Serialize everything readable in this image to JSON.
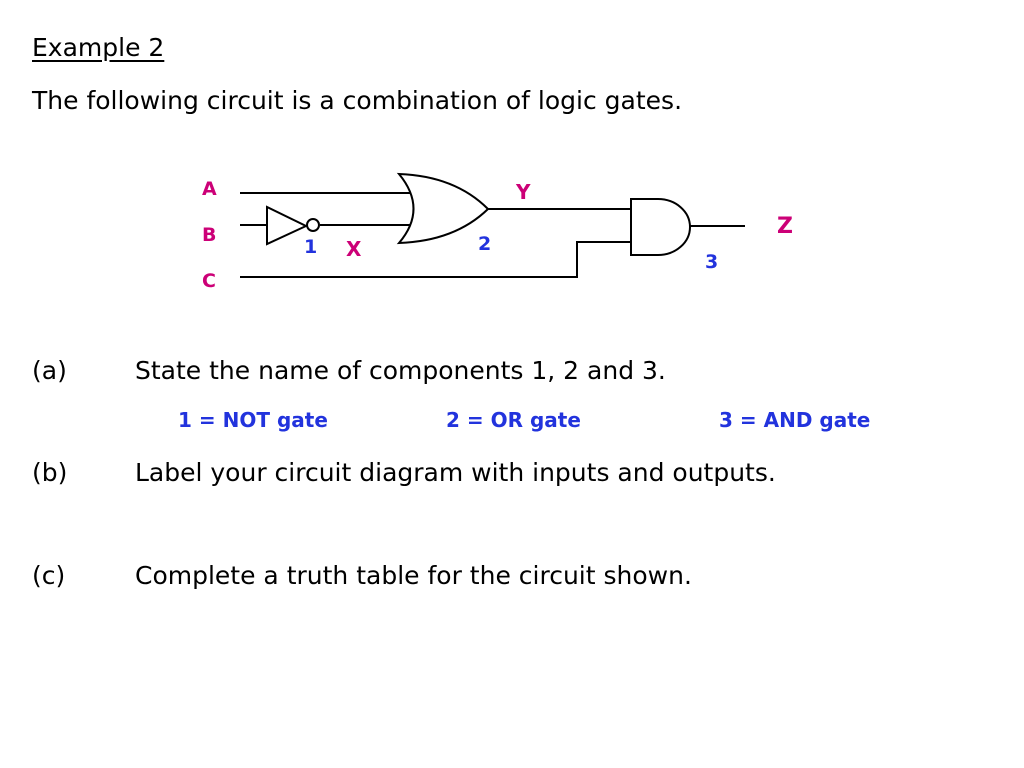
{
  "colors": {
    "text": "#000000",
    "signal_label": "#cc0077",
    "number_label": "#2233dd",
    "answer": "#2233dd"
  },
  "title": "Example 2",
  "intro": "The following circuit is a combination of logic gates.",
  "diagram": {
    "inputs": {
      "a": "A",
      "b": "B",
      "c": "C"
    },
    "signals": {
      "x": "X",
      "y": "Y",
      "z": "Z"
    },
    "components": {
      "not": "1",
      "or": "2",
      "and": "3"
    }
  },
  "questions": {
    "a": {
      "label": "(a)",
      "text": "State the name of components 1, 2 and 3."
    },
    "b": {
      "label": "(b)",
      "text": "Label your circuit diagram with inputs and outputs."
    },
    "c": {
      "label": "(c)",
      "text": "Complete a truth table for the circuit shown."
    }
  },
  "answers": {
    "one": "1 = NOT gate",
    "two": "2 = OR gate",
    "three": "3 = AND gate"
  }
}
